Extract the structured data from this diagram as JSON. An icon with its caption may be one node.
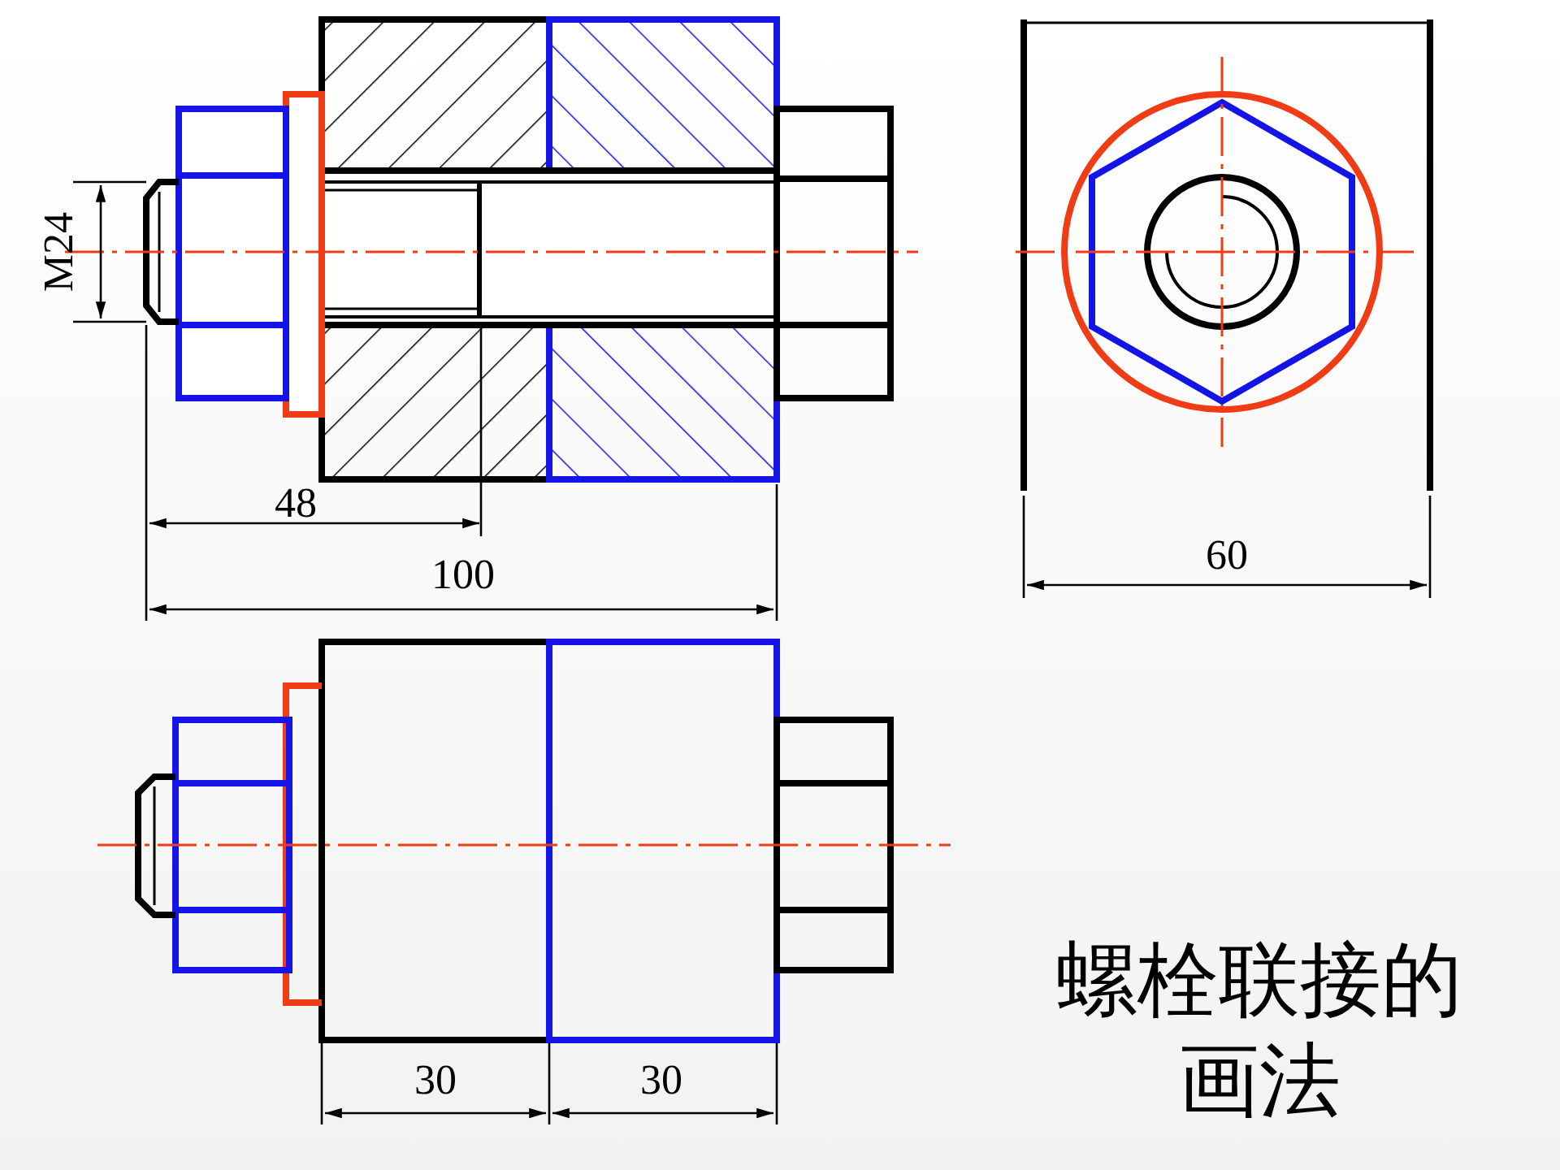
{
  "diagram": {
    "title": "螺栓联接的画法",
    "labels": [
      "M24",
      "48",
      "100",
      "60",
      "30",
      "30"
    ]
  }
}
